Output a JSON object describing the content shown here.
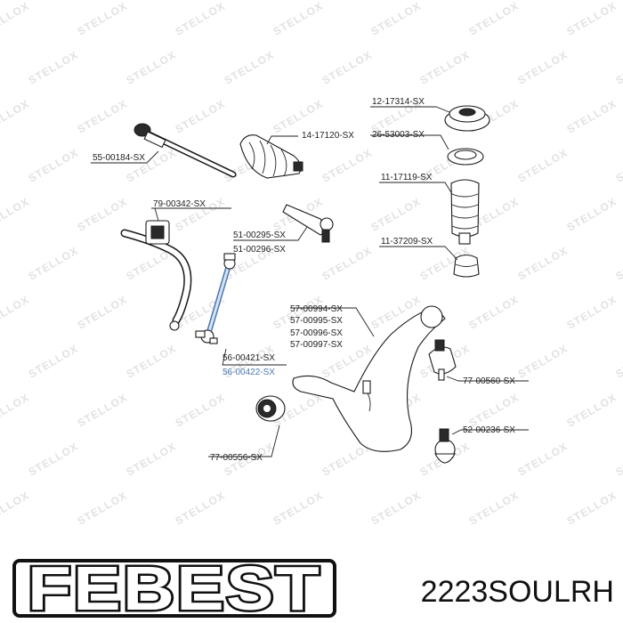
{
  "watermark": {
    "text": "STELLOX"
  },
  "brand": {
    "logo_text": "FEBEST",
    "article_number": "2223SOULRH"
  },
  "parts": [
    {
      "id": "55-00184-SX",
      "label": "55-00184-SX"
    },
    {
      "id": "14-17120-SX",
      "label": "14-17120-SX"
    },
    {
      "id": "12-17314-SX",
      "label": "12-17314-SX"
    },
    {
      "id": "26-53003-SX",
      "label": "26-53003-SX"
    },
    {
      "id": "11-17119-SX",
      "label": "11-17119-SX"
    },
    {
      "id": "11-37209-SX",
      "label": "11-37209-SX"
    },
    {
      "id": "79-00342-SX",
      "label": "79-00342-SX"
    },
    {
      "id": "51-00295-SX",
      "label": "51-00295-SX"
    },
    {
      "id": "51-00296-SX",
      "label": "51-00296-SX"
    },
    {
      "id": "57-00994-SX",
      "label": "57-00994-SX"
    },
    {
      "id": "57-00995-SX",
      "label": "57-00995-SX"
    },
    {
      "id": "57-00996-SX",
      "label": "57-00996-SX"
    },
    {
      "id": "57-00997-SX",
      "label": "57-00997-SX"
    },
    {
      "id": "56-00421-SX",
      "label": "56-00421-SX"
    },
    {
      "id": "56-00422-SX",
      "label": "56-00422-SX",
      "highlighted": true
    },
    {
      "id": "77-00560-SX",
      "label": "77-00560-SX"
    },
    {
      "id": "52-00236-SX",
      "label": "52-00236-SX"
    },
    {
      "id": "77-00556-SX",
      "label": "77-00556-SX"
    }
  ],
  "colors": {
    "highlight": "#4b79b4",
    "line": "#222222",
    "watermark": "#e2e2e2"
  }
}
